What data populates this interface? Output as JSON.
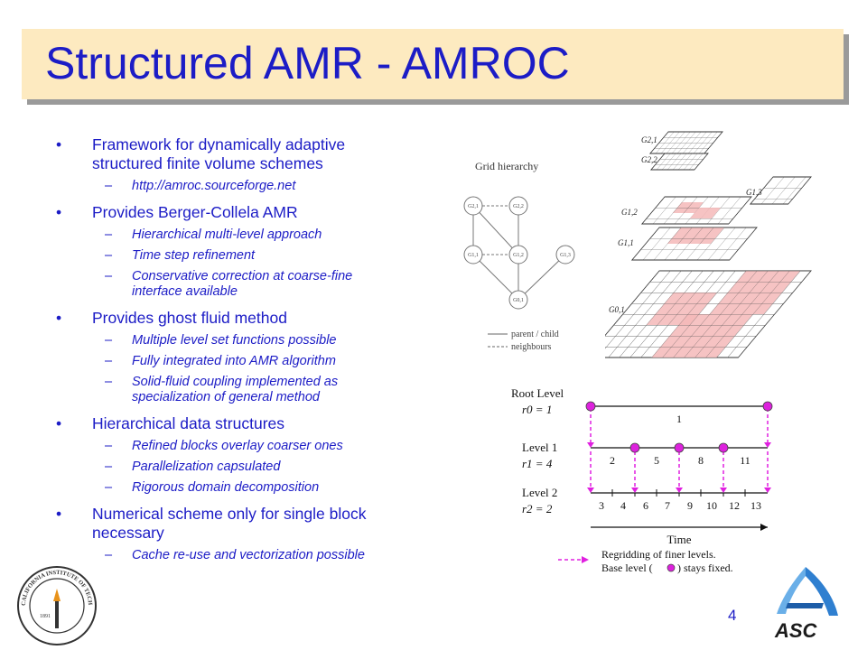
{
  "slide": {
    "title": "Structured AMR - AMROC",
    "page_number": "4"
  },
  "bullets": [
    {
      "text": "Framework for dynamically adaptive structured finite volume schemes",
      "line1": "Framework for dynamically adaptive",
      "line2": "structured finite volume schemes",
      "subs": [
        {
          "text": "http://amroc.sourceforge.net"
        }
      ]
    },
    {
      "text": "Provides Berger-Collela AMR",
      "subs": [
        {
          "text": "Hierarchical multi-level approach"
        },
        {
          "text": "Time step refinement"
        },
        {
          "text": "Conservative correction at coarse-fine interface available",
          "line1": "Conservative correction at coarse-fine",
          "line2": "interface available"
        }
      ]
    },
    {
      "text": "Provides ghost fluid method",
      "subs": [
        {
          "text": "Multiple level set functions possible"
        },
        {
          "text": "Fully integrated into AMR algorithm"
        },
        {
          "text": "Solid-fluid coupling implemented as specialization of general method",
          "line1": "Solid-fluid coupling implemented as",
          "line2": "specialization of general method"
        }
      ]
    },
    {
      "text": "Hierarchical data structures",
      "subs": [
        {
          "text": "Refined blocks overlay coarser ones"
        },
        {
          "text": "Parallelization capsulated"
        },
        {
          "text": "Rigorous domain decomposition"
        }
      ]
    },
    {
      "text": "Numerical scheme only for single block necessary",
      "line1": "Numerical scheme only for single block",
      "line2": "necessary",
      "subs": [
        {
          "text": "Cache re-use and vectorization possible"
        }
      ]
    }
  ],
  "grid_figure": {
    "title": "Grid hierarchy",
    "nodes": [
      "G2,1",
      "G2,2",
      "G1,1",
      "G1,2",
      "G1,3",
      "G0,1"
    ],
    "legend_parent": "parent / child",
    "legend_neighbours": "neighbours",
    "layer_labels": [
      "G2,1",
      "G2,2",
      "G1,3",
      "G1,2",
      "G1,1",
      "G0,1"
    ]
  },
  "time_figure": {
    "root_label": "Root Level",
    "root_r": "r0 = 1",
    "level1_label": "Level 1",
    "level1_r": "r1 = 4",
    "level2_label": "Level 2",
    "level2_r": "r2 = 2",
    "root_steps": [
      "1"
    ],
    "level1_steps": [
      "2",
      "5",
      "8",
      "11"
    ],
    "level2_steps": [
      "3",
      "4",
      "6",
      "7",
      "9",
      "10",
      "12",
      "13"
    ],
    "time_label": "Time",
    "legend_line1": "Regridding of finer levels.",
    "legend_line2a": "Base level (",
    "legend_line2b": ") stays fixed.",
    "colors": {
      "arrow": "#e020e0",
      "dot": "#dd22dd"
    }
  },
  "logos": {
    "caltech_ring": "CALIFORNIA INSTITUTE OF TECHNOLOGY",
    "caltech_year": "1891",
    "asc": "ASC"
  },
  "colors": {
    "title_text": "#1c1cc6",
    "title_bg": "#fdeac0",
    "body_text": "#1c1cc6",
    "refined_fill": "#f4b8b8"
  }
}
